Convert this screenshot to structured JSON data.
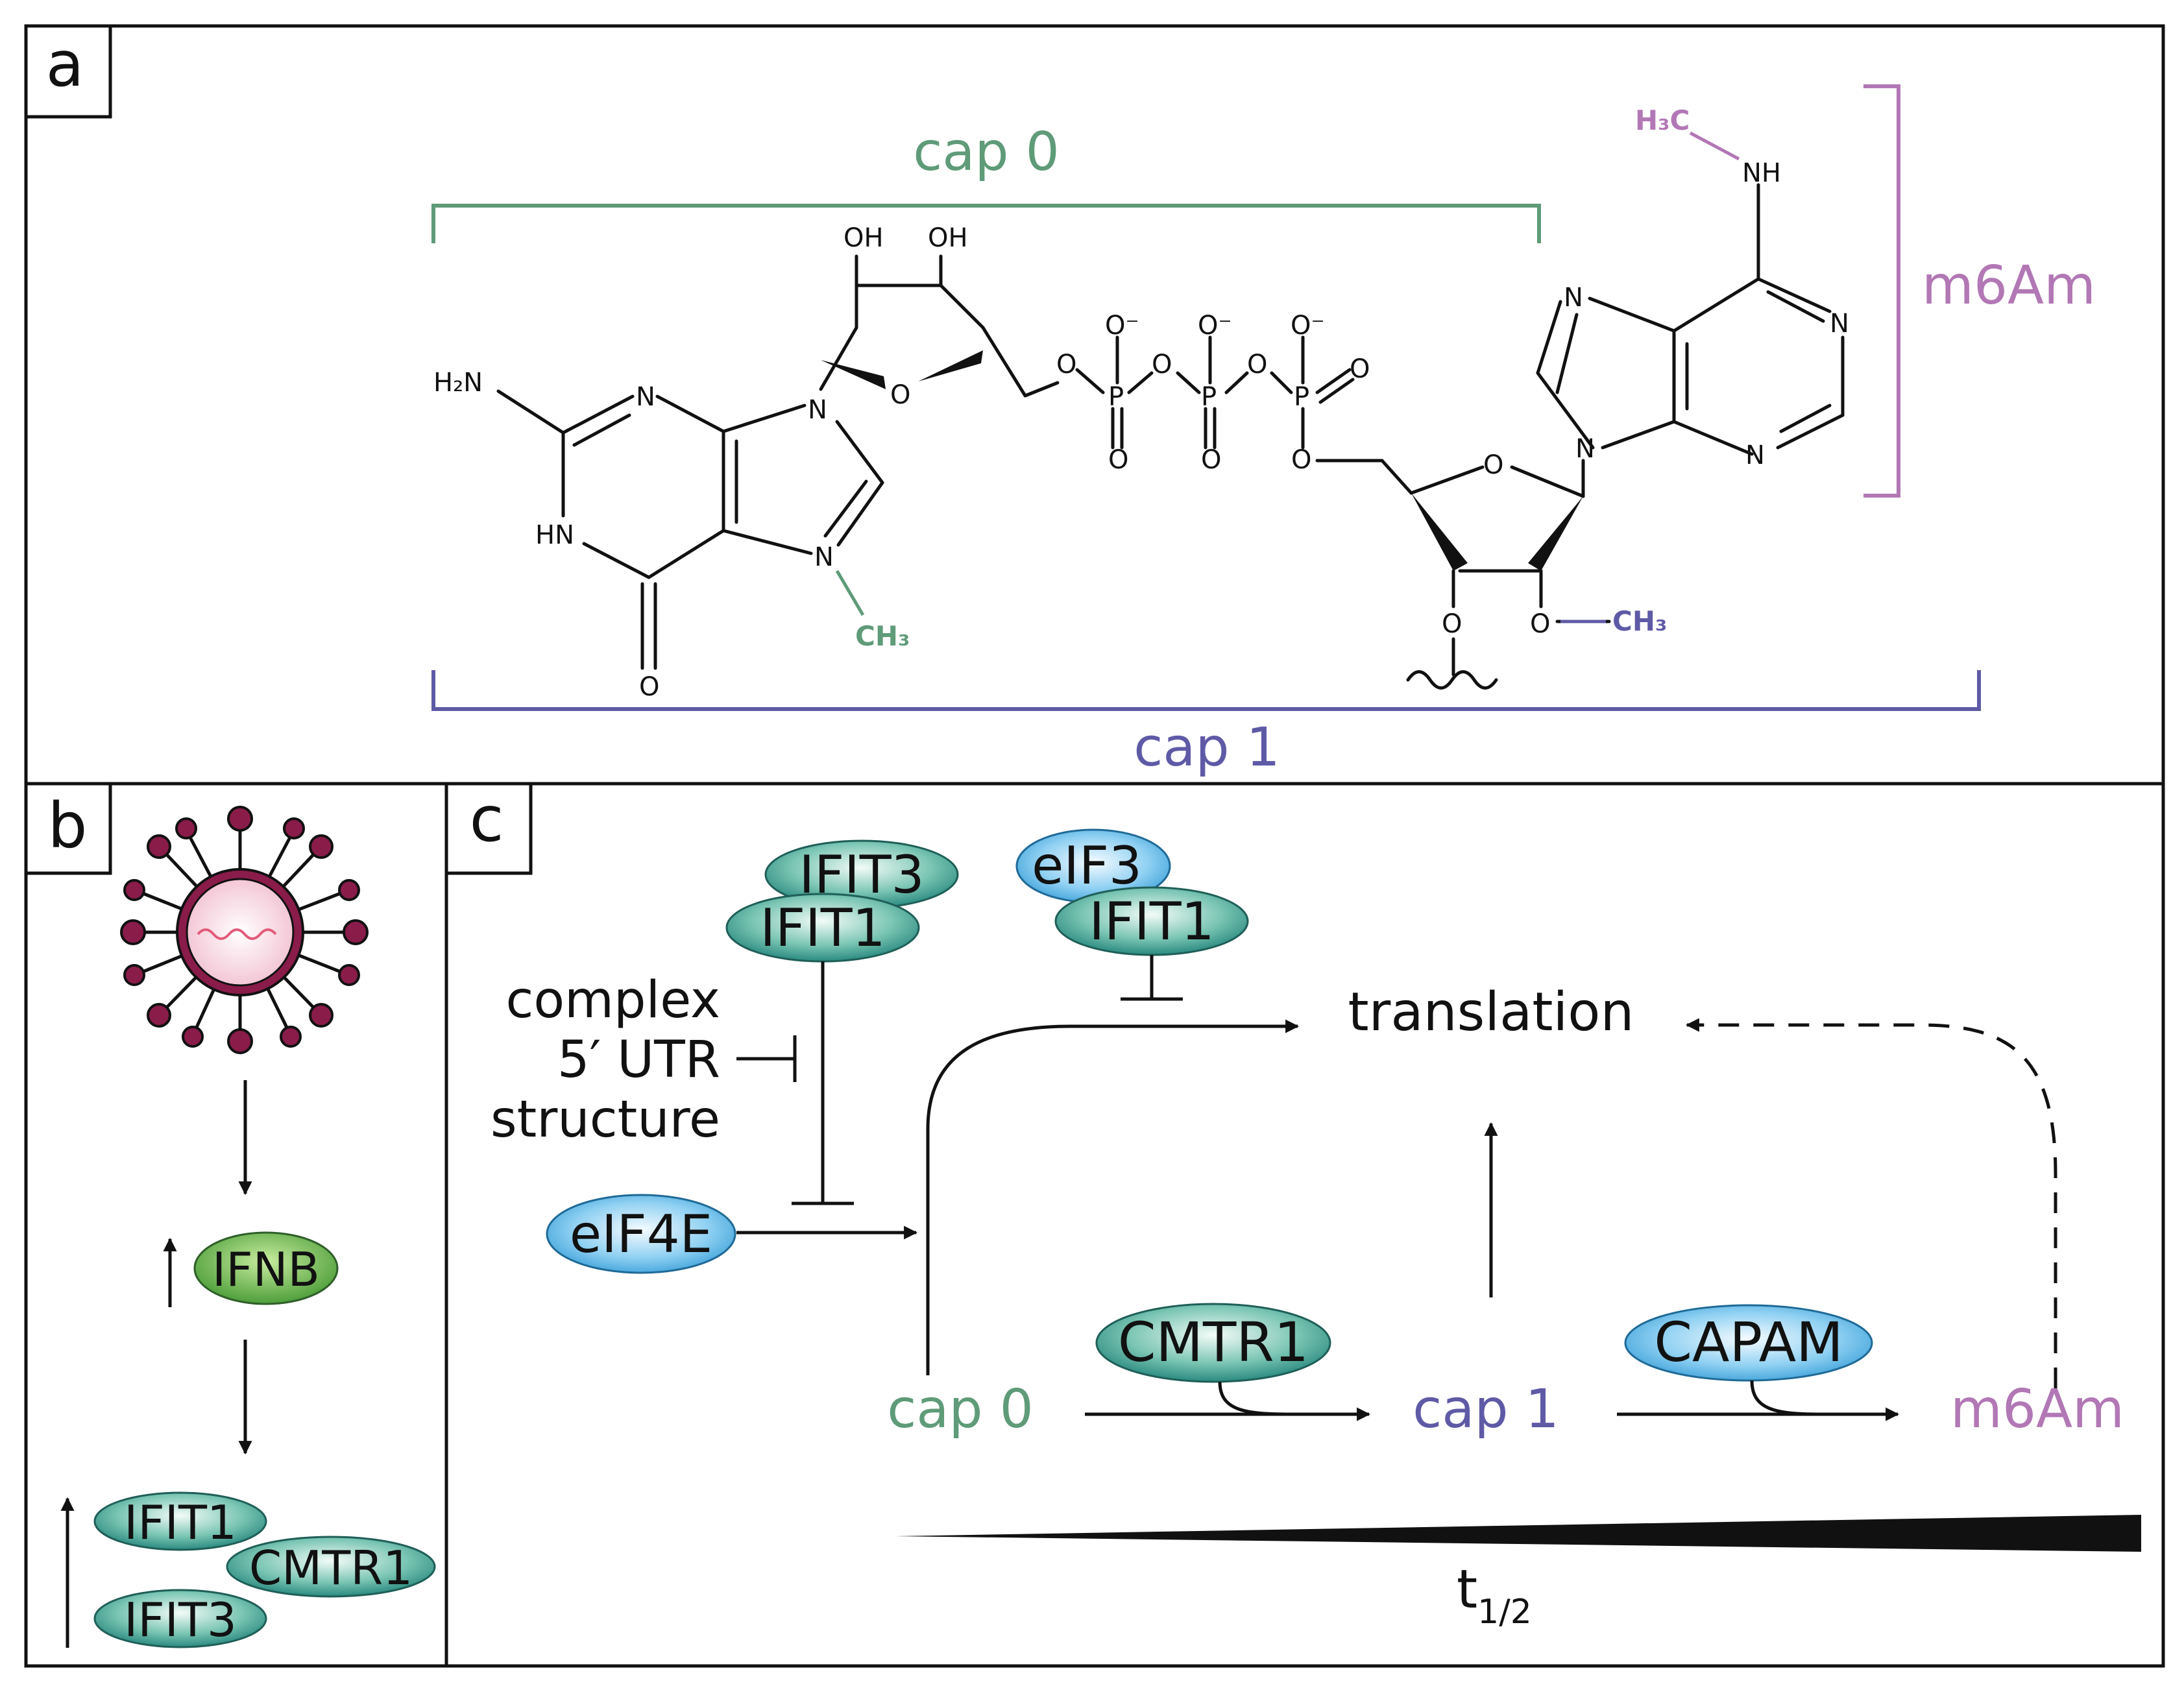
{
  "panels": {
    "a": {
      "label": "a"
    },
    "b": {
      "label": "b"
    },
    "c": {
      "label": "c"
    }
  },
  "colors": {
    "cap0": "#5f9b78",
    "cap1": "#5f5aa6",
    "m6am": "#b277b5",
    "teal": "#2f8f86",
    "blue": "#57b1e3",
    "green": "#5bab45",
    "virus": "#8a1c4a"
  },
  "structure": {
    "cap0_bracket_label": "cap 0",
    "cap1_bracket_label": "cap 1",
    "m6am_bracket_label": "m6Am",
    "atoms": {
      "h2n": "H₂N",
      "n": "N",
      "hn": "HN",
      "o": "O",
      "oh": "OH",
      "p": "P",
      "o_minus": "O⁻",
      "ch3": "CH₃",
      "nh": "NH",
      "h3c": "H₃C"
    }
  },
  "panel_b": {
    "ifnb": "IFNB",
    "ifit1": "IFIT1",
    "cmtr1": "CMTR1",
    "ifit3": "IFIT3"
  },
  "panel_c": {
    "ifit3": "IFIT3",
    "ifit1_left": "IFIT1",
    "eif3": "eIF3",
    "ifit1_right": "IFIT1",
    "complex_line1": "complex",
    "complex_line2": "5′ UTR",
    "complex_line3": "structure",
    "eif4e": "eIF4E",
    "translation": "translation",
    "cmtr1": "CMTR1",
    "capam": "CAPAM",
    "cap0": "cap 0",
    "cap1": "cap 1",
    "m6am": "m6Am",
    "half_life": "t",
    "half_life_sub": "1/2"
  }
}
